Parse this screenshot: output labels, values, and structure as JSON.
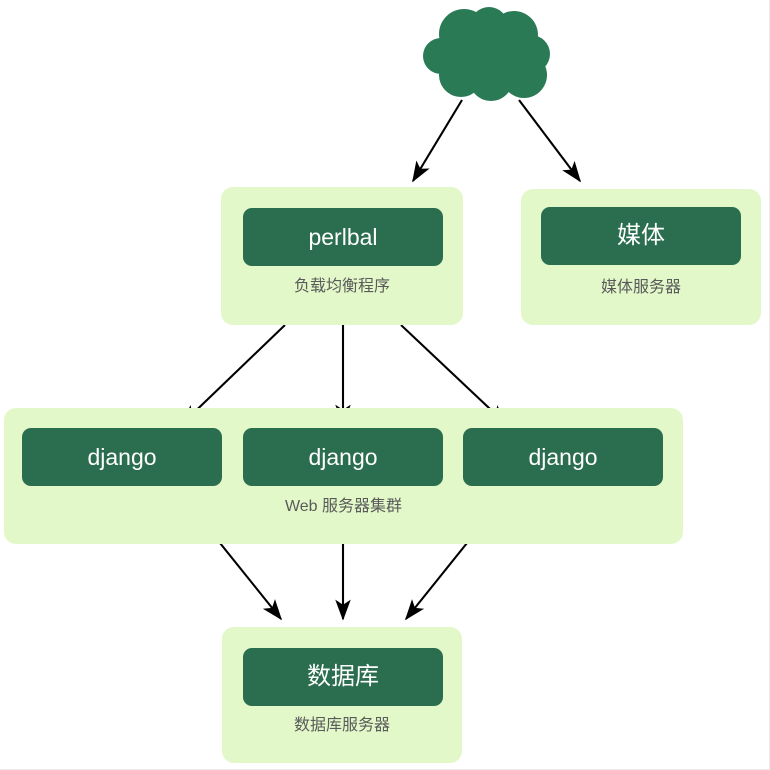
{
  "diagram": {
    "type": "architecture-flow",
    "background_color": "#ffffff",
    "cluster_color": "#e2f8c9",
    "node_color": "#2a6e4f",
    "node_text_color": "#ffffff",
    "cluster_label_color": "#5a5a5a",
    "edge_color": "#000000",
    "internet": {
      "icon": "cloud-icon",
      "label": ""
    },
    "clusters": [
      {
        "id": "load-balancer",
        "label": "负载均衡程序",
        "nodes": [
          {
            "id": "perlbal",
            "label": "perlbal"
          }
        ]
      },
      {
        "id": "media-server",
        "label": "媒体服务器",
        "nodes": [
          {
            "id": "media",
            "label": "媒体"
          }
        ]
      },
      {
        "id": "web-cluster",
        "label": "Web 服务器集群",
        "nodes": [
          {
            "id": "django-1",
            "label": "django"
          },
          {
            "id": "django-2",
            "label": "django"
          },
          {
            "id": "django-3",
            "label": "django"
          }
        ]
      },
      {
        "id": "database-server",
        "label": "数据库服务器",
        "nodes": [
          {
            "id": "database",
            "label": "数据库"
          }
        ]
      }
    ],
    "edges": [
      {
        "from": "cloud",
        "to": "perlbal"
      },
      {
        "from": "cloud",
        "to": "media"
      },
      {
        "from": "perlbal",
        "to": "django-1"
      },
      {
        "from": "perlbal",
        "to": "django-2"
      },
      {
        "from": "perlbal",
        "to": "django-3"
      },
      {
        "from": "django-1",
        "to": "database"
      },
      {
        "from": "django-2",
        "to": "database"
      },
      {
        "from": "django-3",
        "to": "database"
      }
    ]
  }
}
